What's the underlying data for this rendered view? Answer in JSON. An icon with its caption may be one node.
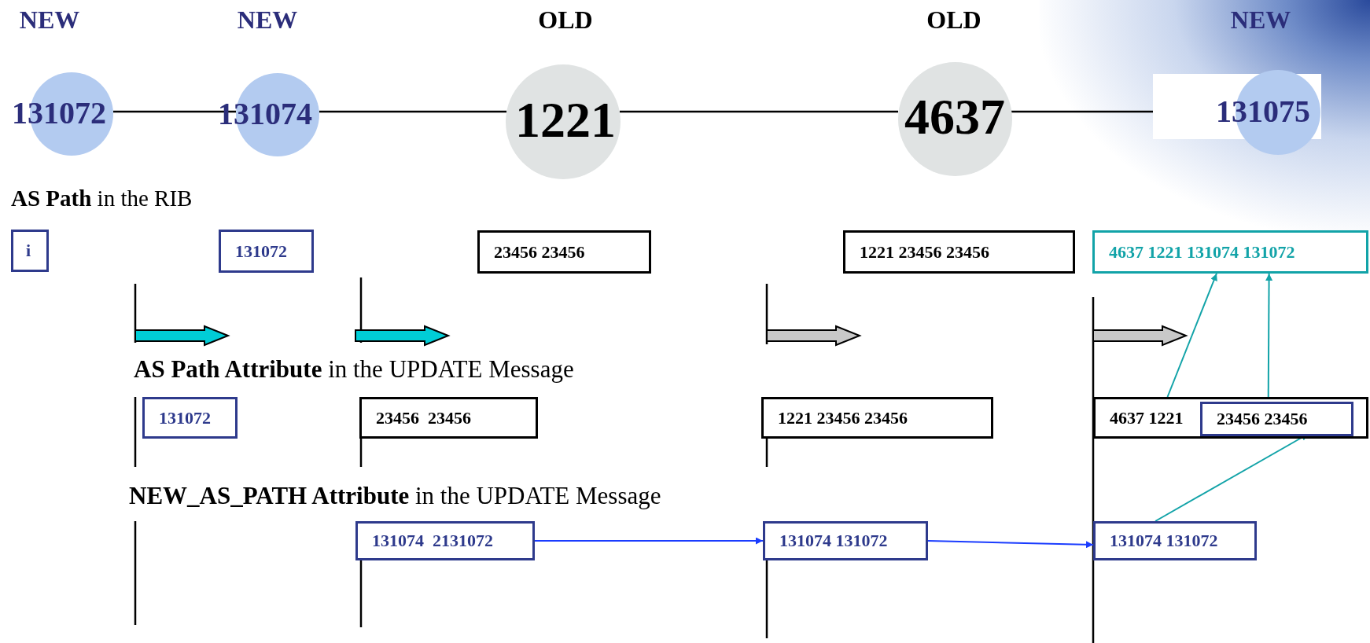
{
  "diagram": {
    "nodes": [
      {
        "text": [
          "NEW",
          "131072"
        ]
      },
      {
        "text": [
          "NEW",
          "131074"
        ]
      },
      {
        "text": [
          "OLD",
          "1221"
        ]
      },
      {
        "text": [
          "OLD",
          "4637"
        ]
      },
      {
        "text": [
          "NEW",
          "131075"
        ]
      },
      {
        "text": [
          "i"
        ]
      },
      {
        "text": [
          "131072"
        ]
      },
      {
        "text": [
          "23456 23456"
        ]
      },
      {
        "text": [
          "1221 23456 23456"
        ]
      },
      {
        "text": [
          "4637 1221 131074 131072"
        ]
      },
      {
        "text": [
          "131072"
        ]
      },
      {
        "text": [
          "23456  23456"
        ]
      },
      {
        "text": [
          "1221 23456 23456"
        ]
      },
      {
        "text": [
          "4637 1221"
        ]
      },
      {
        "text": [
          "23456 23456"
        ],
        "in": 13
      },
      {
        "text": [
          "131074  2131072"
        ]
      },
      {
        "text": [
          "131074 131072"
        ]
      },
      {
        "text": [
          "131074 131072"
        ]
      }
    ],
    "edges": [
      {
        "from": 0,
        "to": 1,
        "arrow": "none"
      },
      {
        "from": 1,
        "to": 2,
        "arrow": "none"
      },
      {
        "from": 2,
        "to": 3,
        "arrow": "none"
      },
      {
        "from": 3,
        "to": 4,
        "arrow": "none"
      },
      {
        "from": 15,
        "to": 16,
        "arrow": "to",
        "color": "#1a3cff"
      },
      {
        "from": 16,
        "to": 17,
        "arrow": "to",
        "color": "#1a3cff"
      },
      {
        "from": 17,
        "to": 14,
        "arrow": "to",
        "color": "#12a3a8"
      },
      {
        "from": 13,
        "to": 9,
        "arrow": "to",
        "color": "#12a3a8"
      },
      {
        "from": 14,
        "to": 9,
        "arrow": "to",
        "color": "#12a3a8"
      }
    ],
    "labels": [
      "**AS Path** in the RIB",
      "**AS Path Attribute** in the UPDATE Message",
      "**NEW_AS_PATH Attribute** in the UPDATE Message"
    ]
  }
}
